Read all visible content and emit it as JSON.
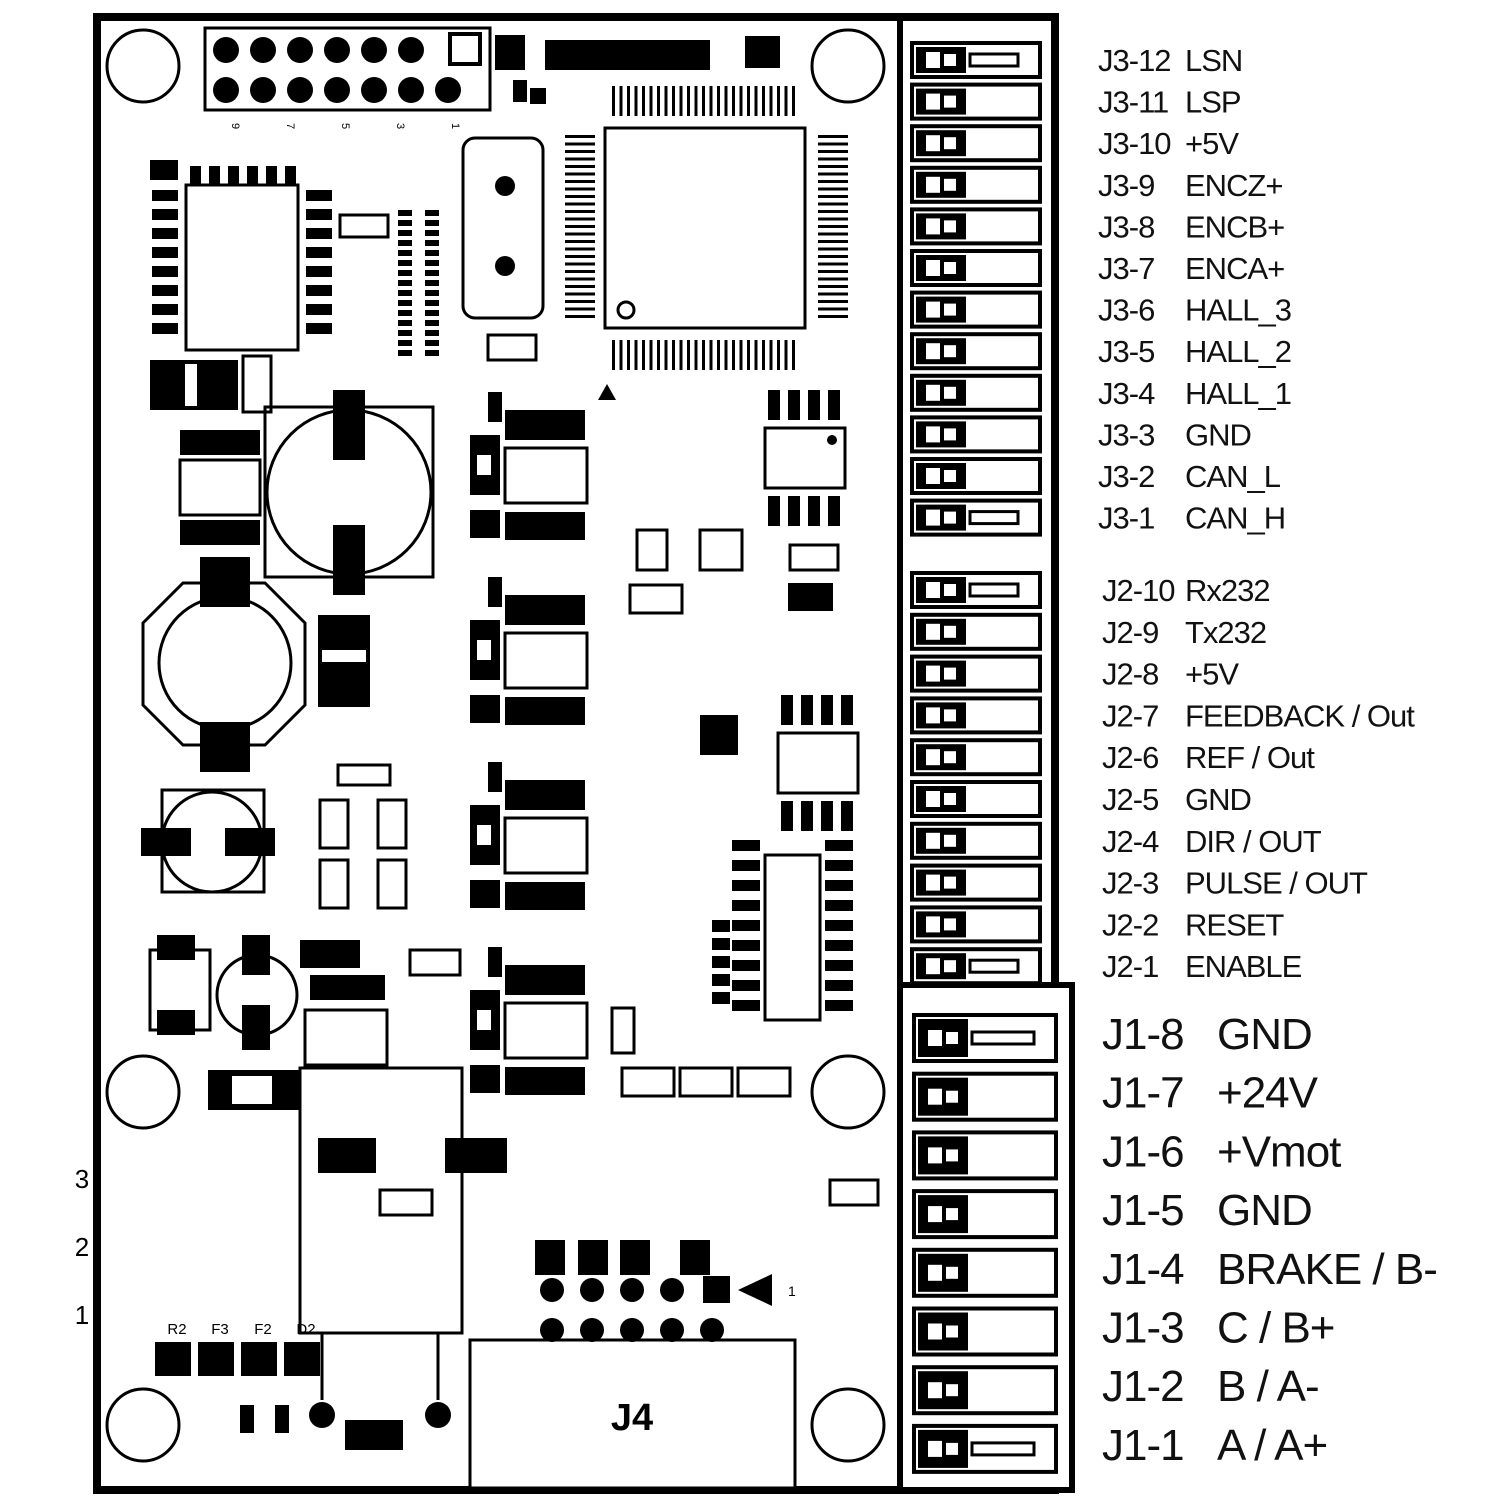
{
  "connectors": {
    "j3": [
      {
        "pin": "J3-12",
        "signal": "LSN"
      },
      {
        "pin": "J3-11",
        "signal": "LSP"
      },
      {
        "pin": "J3-10",
        "signal": "+5V"
      },
      {
        "pin": "J3-9",
        "signal": "ENCZ+"
      },
      {
        "pin": "J3-8",
        "signal": "ENCB+"
      },
      {
        "pin": "J3-7",
        "signal": "ENCA+"
      },
      {
        "pin": "J3-6",
        "signal": "HALL_3"
      },
      {
        "pin": "J3-5",
        "signal": "HALL_2"
      },
      {
        "pin": "J3-4",
        "signal": "HALL_1"
      },
      {
        "pin": "J3-3",
        "signal": "GND"
      },
      {
        "pin": "J3-2",
        "signal": "CAN_L"
      },
      {
        "pin": "J3-1",
        "signal": "CAN_H"
      }
    ],
    "j2": [
      {
        "pin": "J2-10",
        "signal": "Rx232"
      },
      {
        "pin": "J2-9",
        "signal": "Tx232"
      },
      {
        "pin": "J2-8",
        "signal": "+5V"
      },
      {
        "pin": "J2-7",
        "signal": "FEEDBACK / Out"
      },
      {
        "pin": "J2-6",
        "signal": "REF / Out"
      },
      {
        "pin": "J2-5",
        "signal": "GND"
      },
      {
        "pin": "J2-4",
        "signal": "DIR / OUT"
      },
      {
        "pin": "J2-3",
        "signal": "PULSE / OUT"
      },
      {
        "pin": "J2-2",
        "signal": "RESET"
      },
      {
        "pin": "J2-1",
        "signal": "ENABLE"
      }
    ],
    "j1": [
      {
        "pin": "J1-8",
        "signal": "GND"
      },
      {
        "pin": "J1-7",
        "signal": "+24V"
      },
      {
        "pin": "J1-6",
        "signal": "+Vmot"
      },
      {
        "pin": "J1-5",
        "signal": "GND"
      },
      {
        "pin": "J1-4",
        "signal": "BRAKE / B-"
      },
      {
        "pin": "J1-3",
        "signal": "C / B+"
      },
      {
        "pin": "J1-2",
        "signal": "B / A-"
      },
      {
        "pin": "J1-1",
        "signal": "A / A+"
      }
    ]
  },
  "board": {
    "j4_label": "J4",
    "margin_marks": [
      "3",
      "2",
      "1"
    ],
    "top_header_marks": [
      "9",
      "7",
      "5",
      "3",
      "1"
    ],
    "bottom_fuse_marks": [
      "R2",
      "F3",
      "F2",
      "D2"
    ],
    "pin1_mark": "1"
  }
}
